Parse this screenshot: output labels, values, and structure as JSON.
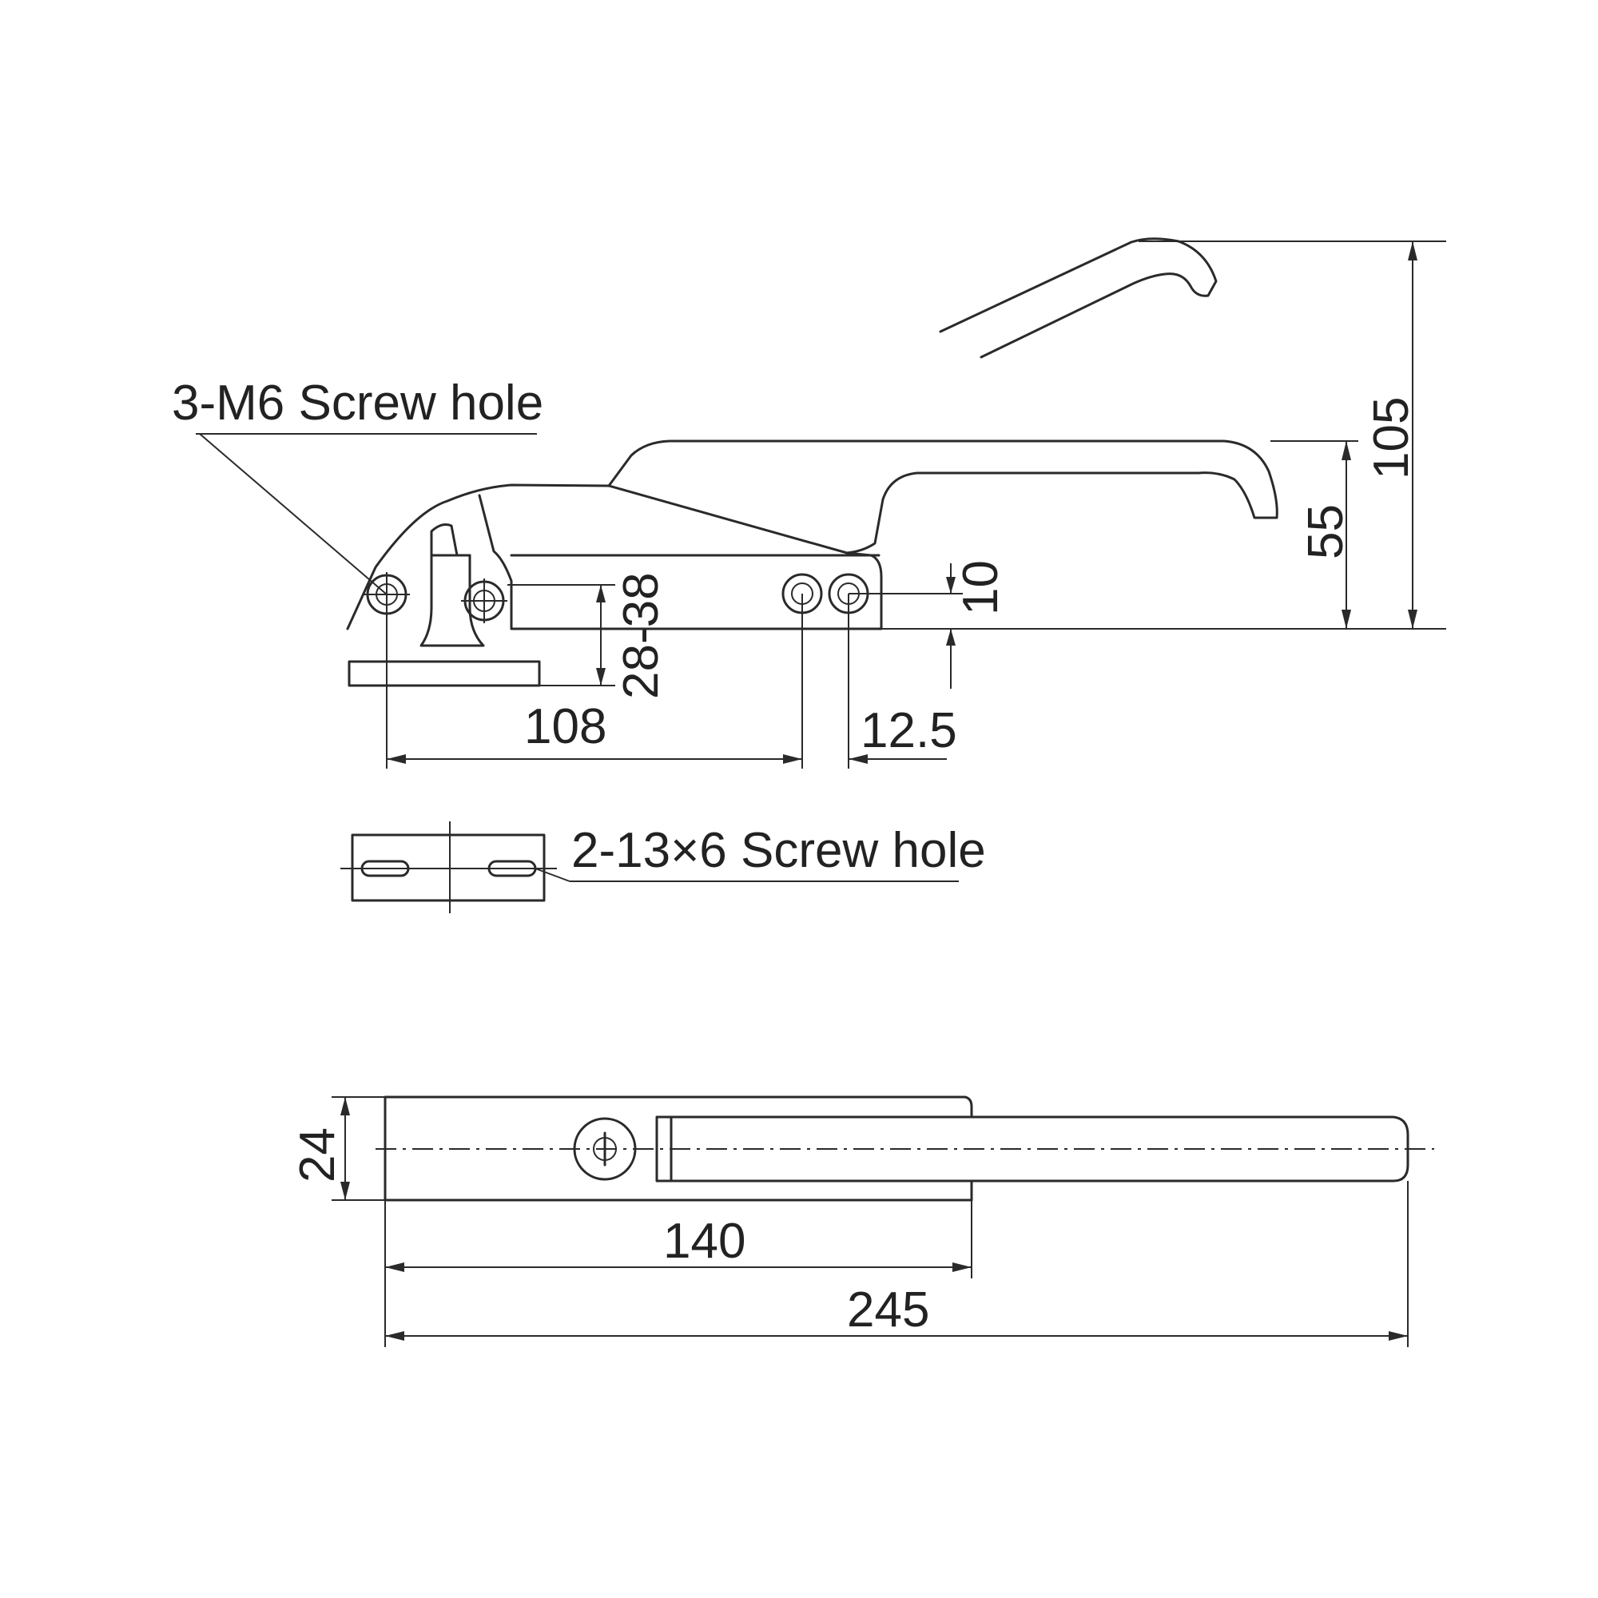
{
  "labels": {
    "screw_m6": "3-M6 Screw hole",
    "screw_slot": "2-13×6 Screw hole"
  },
  "dimensions": {
    "d105": "105",
    "d55": "55",
    "d10": "10",
    "d28_38": "28-38",
    "d108": "108",
    "d12_5": "12.5",
    "d24": "24",
    "d140": "140",
    "d245": "245"
  },
  "colors": {
    "line": "#2a2a2a",
    "text": "#222222",
    "background": "#ffffff"
  }
}
